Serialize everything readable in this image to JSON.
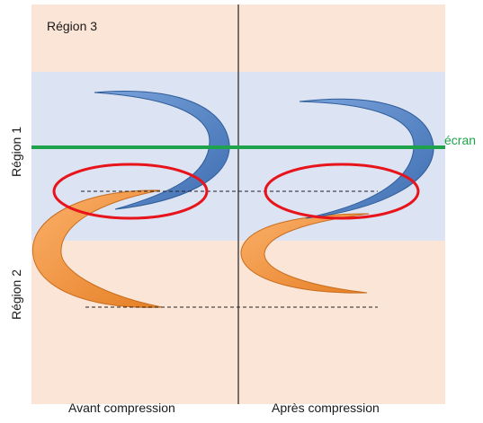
{
  "labels": {
    "region3": "Région 3",
    "region1": "Région 1",
    "region2": "Région 2",
    "screen": "écran",
    "before": "Avant compression",
    "after": "Après compression"
  },
  "colors": {
    "region_peach": "#fbe5d6",
    "region_blue": "#dce3f2",
    "screen_green": "#1fa34a",
    "screen_label": "#1fa34a",
    "ellipse_red": "#e8141b",
    "blue_arc": "#4f80c3",
    "blue_arc_edge": "#2e5c99",
    "orange_arc": "#f7973e",
    "orange_arc_edge": "#c86d1f"
  },
  "icons": {
    "blue_shape": "crescent-blue-icon",
    "orange_shape": "crescent-orange-icon"
  }
}
